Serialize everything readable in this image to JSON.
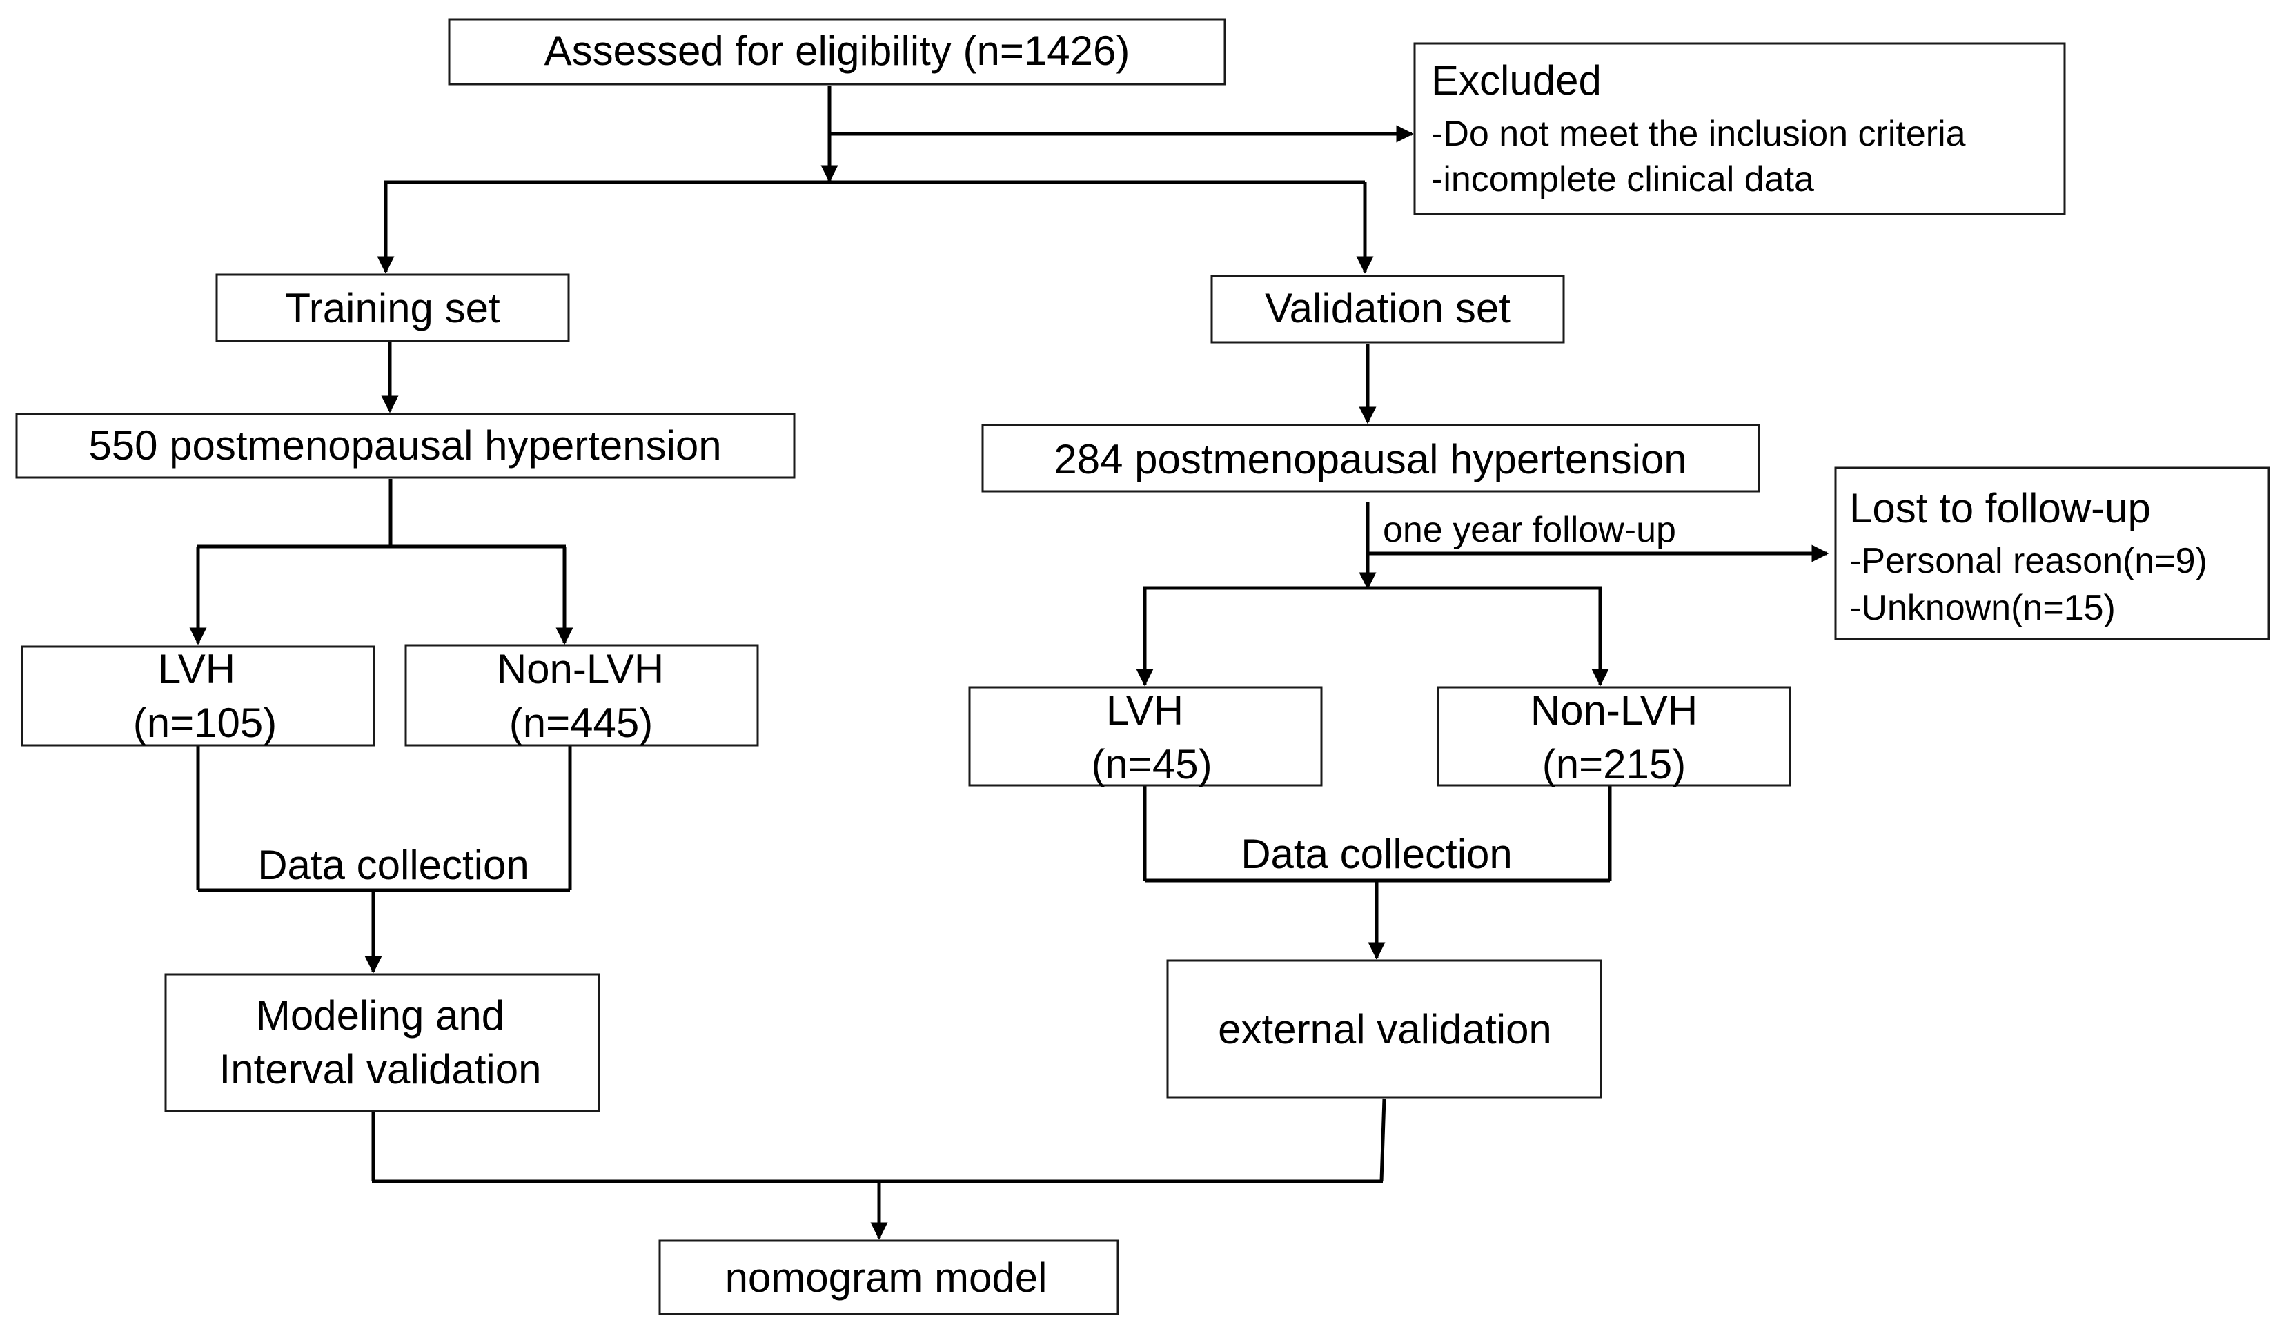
{
  "colors": {
    "line": "#000000",
    "box_border": "#1a1a1a",
    "background": "#ffffff"
  },
  "assessed": {
    "label": "Assessed for eligibility (n=1426)"
  },
  "excluded": {
    "title": "Excluded",
    "reasons": [
      "-Do not meet the inclusion criteria",
      "-incomplete clinical data"
    ]
  },
  "training": {
    "set_label": "Training set",
    "cohort_label": "550 postmenopausal hypertension",
    "lvh": {
      "name": "LVH",
      "count": "(n=105)"
    },
    "non_lvh": {
      "name": "Non-LVH",
      "count": "(n=445)"
    },
    "collection_label": "Data collection",
    "outcome_lines": [
      "Modeling and",
      "Interval validation"
    ]
  },
  "validation": {
    "set_label": "Validation set",
    "cohort_label": "284 postmenopausal hypertension",
    "followup_label": "one year follow-up",
    "lvh": {
      "name": "LVH",
      "count": "(n=45)"
    },
    "non_lvh": {
      "name": "Non-LVH",
      "count": "(n=215)"
    },
    "collection_label": "Data collection",
    "outcome_label": "external validation"
  },
  "lost": {
    "title": "Lost to follow-up",
    "reasons": [
      "-Personal reason(n=9)",
      "-Unknown(n=15)"
    ]
  },
  "final": {
    "label": "nomogram model"
  }
}
